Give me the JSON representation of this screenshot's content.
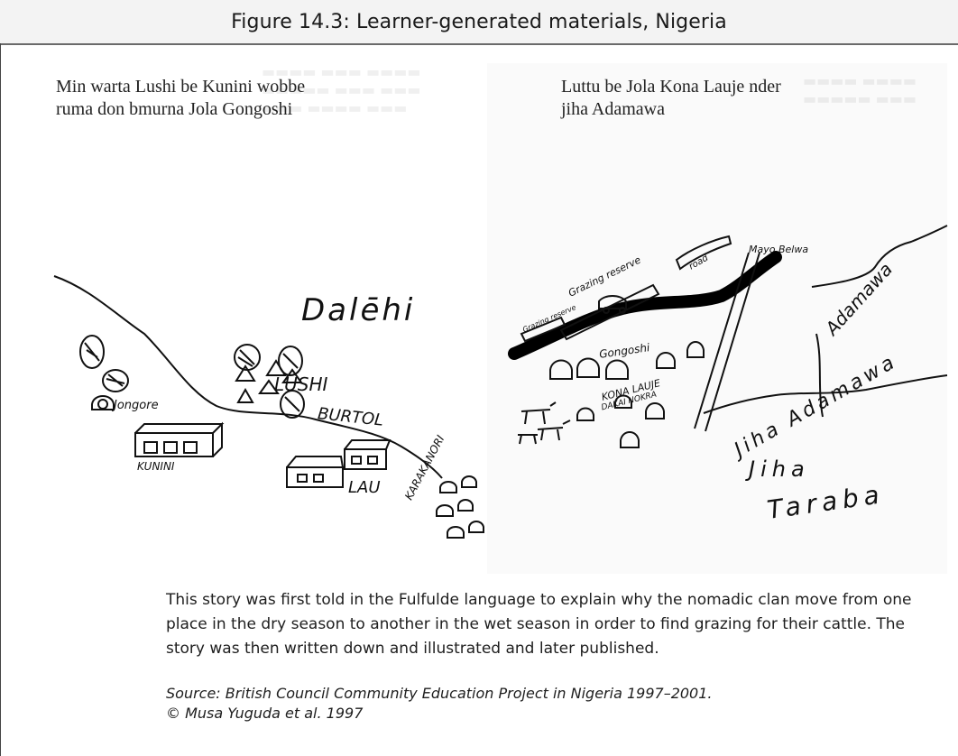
{
  "figure": {
    "title": "Figure 14.3: Learner-generated materials, Nigeria"
  },
  "left_page": {
    "text_line1": "Min warta Lushi be Kunini wobbe",
    "text_line2": "ruma don bmurna  Jola  Gongoshi",
    "labels": {
      "dalehi": "Dalēhi",
      "lushi": "LUSHI",
      "jongore": "Jongore",
      "kunini": "KUNINI",
      "burtol": "BURTOL",
      "lau": "LAU",
      "karakanori": "KARAKANORI"
    }
  },
  "right_page": {
    "text_line1": "Luttu be Jola Kona Lauje nder",
    "text_line2": "jiha Adamawa",
    "labels": {
      "mayo_belwa": "Mayo Belwa",
      "grazing_reserve": "Grazing reserve",
      "grazing_reserve_2": "Grazing reserve",
      "road": "road",
      "gongoshi": "Gongoshi",
      "kona_lauje": "KONA LAUJE",
      "dakai_nokra": "DAKAI NOKRA",
      "adamawa": "Adamawa",
      "jiha_adamawa": "Jiha Adamawa",
      "jiha_taraba": "Jiha Taraba",
      "jiha": "Jiha",
      "taraba": "Taraba"
    }
  },
  "caption": {
    "body": "This story was first told in the Fulfulde language to explain why the nomadic clan move from one place in the dry season to another in the wet season in order to find grazing for their cattle. The story was then written down and illustrated and later published.",
    "source_line1": "Source: British Council Community Education Project in Nigeria 1997–2001.",
    "source_line2": "© Musa Yuguda et al. 1997"
  }
}
